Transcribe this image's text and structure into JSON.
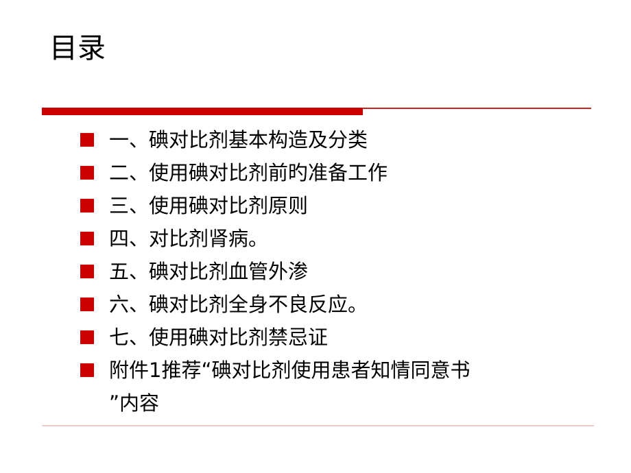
{
  "slide": {
    "title": "目录",
    "accent_color": "#cc0000",
    "bottom_rule_color": "#f2cccc",
    "toc_items": [
      {
        "label": "一、碘对比剂基本构造及分类"
      },
      {
        "label": "二、使用碘对比剂前旳准备工作"
      },
      {
        "label": "三、使用碘对比剂原则"
      },
      {
        "label": "四、对比剂肾病。"
      },
      {
        "label": "五、碘对比剂血管外渗"
      },
      {
        "label": "六、碘对比剂全身不良反应。"
      },
      {
        "label": "七、使用碘对比剂禁忌证"
      },
      {
        "label": "附件1推荐“碘对比剂使用患者知情同意书\n”内容"
      }
    ]
  }
}
